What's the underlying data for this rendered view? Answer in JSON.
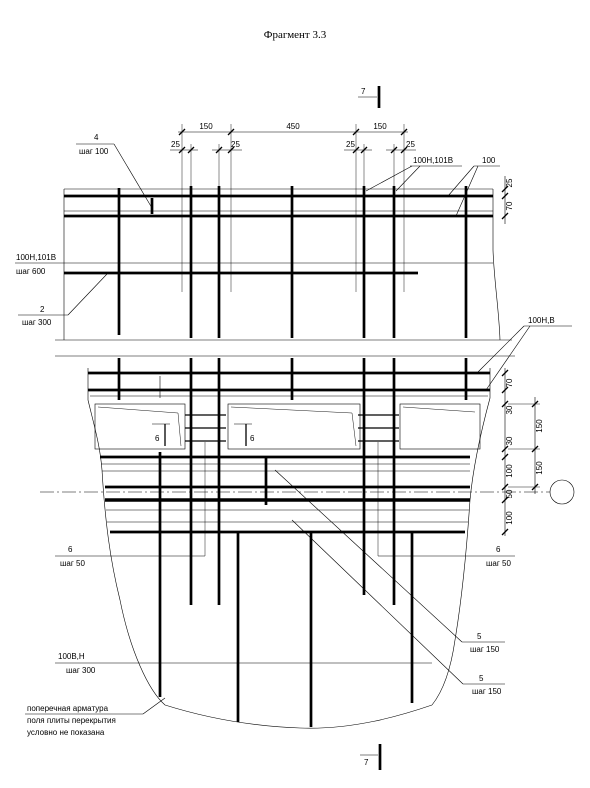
{
  "title": "Фрагмент 3.3",
  "section_mark_7": {
    "top": "7",
    "bottom": "7"
  },
  "top_dims": [
    "150",
    "450",
    "150"
  ],
  "small_dims": [
    "25",
    "25",
    "25",
    "25"
  ],
  "right_dims_top": [
    "25",
    "70"
  ],
  "right_dims_lower": [
    "70",
    "30",
    "30",
    "100",
    "50",
    "100"
  ],
  "right_dims_outer": [
    "150",
    "150"
  ],
  "section_mark_6": [
    "6",
    "6"
  ],
  "callouts": {
    "bar_4": {
      "mark": "4",
      "step": "шаг 100"
    },
    "bars_top_right_a": "100Н,101В",
    "bars_top_right_b": "100",
    "bars_left": {
      "mark": "100Н,101В",
      "step": "шаг 600"
    },
    "bar_2": {
      "mark": "2",
      "step": "шаг 300"
    },
    "bars_mid_right": "100Н,В",
    "bar_6_left": {
      "mark": "6",
      "step": "шаг 50"
    },
    "bar_6_right": {
      "mark": "6",
      "step": "шаг 50"
    },
    "bar_5_upper": {
      "mark": "5",
      "step": "шаг 150"
    },
    "bar_5_lower": {
      "mark": "5",
      "step": "шаг 150"
    },
    "bars_bottom": {
      "mark": "100В,Н",
      "step": "шаг 300"
    }
  },
  "note": [
    "поперечная арматура",
    "поля плиты перекрытия",
    "условно не показана"
  ]
}
